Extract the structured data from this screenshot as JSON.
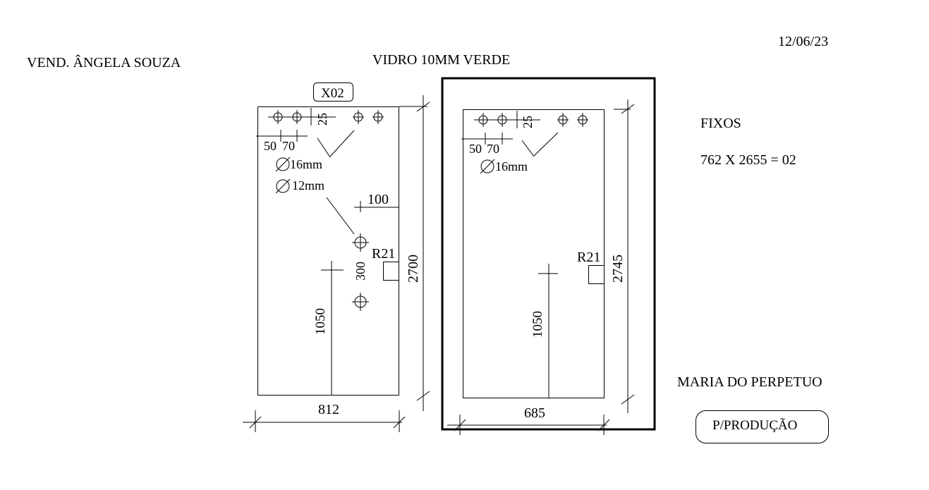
{
  "header": {
    "vendor": "VEND. ÂNGELA SOUZA",
    "material": "VIDRO  10MM VERDE",
    "date": "12/06/23"
  },
  "info": {
    "fixos_label": "FIXOS",
    "fixos_spec": "762 X 2655 = 02",
    "client": "MARIA DO PERPETUO",
    "status_button": "P/PRODUÇÃO"
  },
  "panel_left": {
    "tag": "X02",
    "width_dim": "812",
    "height_dim": "2700",
    "dim_25": "25",
    "dim_50": "50",
    "dim_70": "70",
    "hole_16": "16mm",
    "hole_12": "12mm",
    "dim_100": "100",
    "radius": "R21",
    "dim_300": "300",
    "dim_1050": "1050"
  },
  "panel_right": {
    "width_dim": "685",
    "height_dim": "2745",
    "dim_25": "25",
    "dim_50": "50",
    "dim_70": "70",
    "hole_16": "16mm",
    "radius": "R21",
    "dim_1050": "1050"
  }
}
